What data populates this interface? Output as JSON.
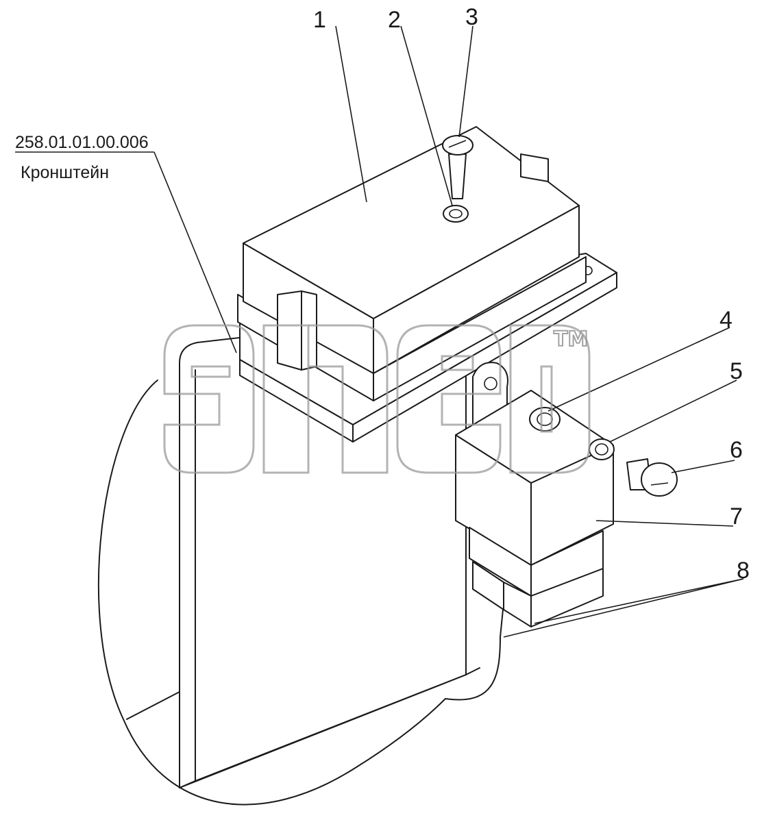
{
  "header_label": {
    "part_number": "258.01.01.00.006",
    "part_name": "Кронштейн"
  },
  "callouts": [
    "1",
    "2",
    "3",
    "4",
    "5",
    "6",
    "7",
    "8"
  ],
  "watermark": {
    "logo_text": "элер",
    "trademark": "TM"
  },
  "colors": {
    "line": "#1a1a1a",
    "watermark": "#9a9a9a",
    "background": "#ffffff"
  }
}
